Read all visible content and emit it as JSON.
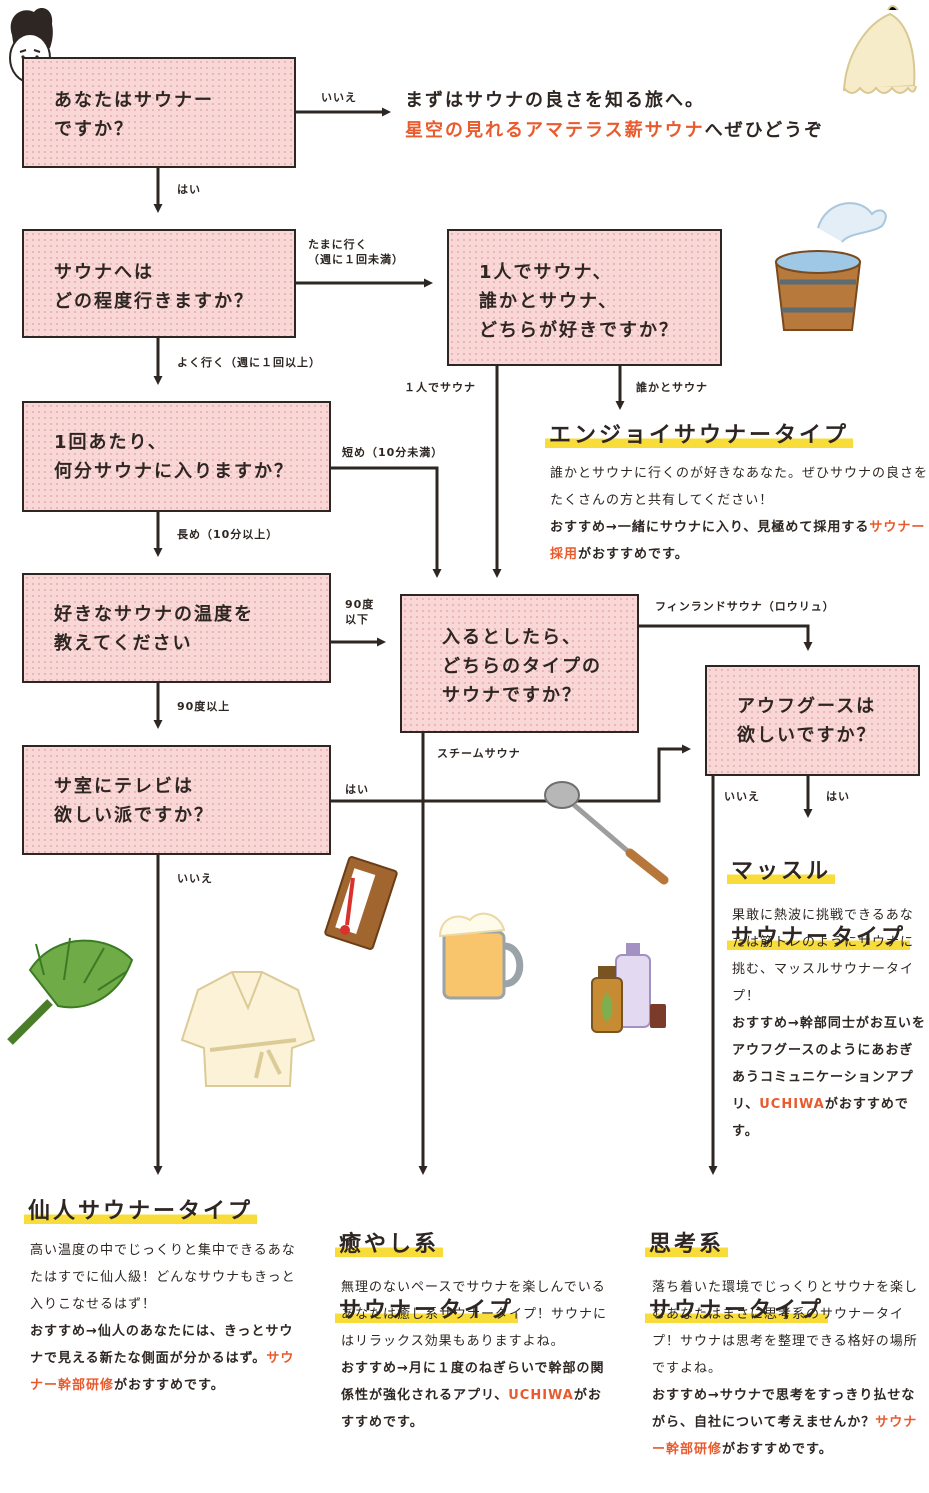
{
  "colors": {
    "box_fill": "#f9d7d7",
    "accent_red": "#e95a2d",
    "highlight": "#f7dc3a",
    "line": "#2e2622"
  },
  "questions": {
    "q1": "あなたはサウナー\nですか？",
    "q2": "サウナへは\nどの程度行きますか？",
    "q3": "1回あたり、\n何分サウナに入りますか？",
    "q4": "好きなサウナの温度を\n教えてください",
    "q5": "サ室にテレビは\n欲しい派ですか？",
    "q6": "1人でサウナ、\n誰かとサウナ、\nどちらが好きですか？",
    "q7": "入るとしたら、\nどちらのタイプの\nサウナですか？",
    "q8": "アウフグースは\n欲しいですか？"
  },
  "intro": {
    "line1": "まずはサウナの良さを知る旅へ。",
    "line2_red": "星空の見れるアマテラス薪サウナ",
    "line2_rest": "へぜひどうぞ"
  },
  "edges": {
    "q1_no": "いいえ",
    "q1_yes": "はい",
    "q2_sometimes": "たまに行く\n（週に１回未満）",
    "q2_often": "よく行く（週に１回以上）",
    "q3_short": "短め（10分未満）",
    "q3_long": "長め（10分以上）",
    "q4_below": "90度\n以下",
    "q4_above": "90度以上",
    "q5_yes": "はい",
    "q5_no": "いいえ",
    "q6_alone": "１人でサウナ",
    "q6_together": "誰かとサウナ",
    "q7_finnish": "フィンランドサウナ（ロウリュ）",
    "q7_steam": "スチームサウナ",
    "q8_no": "いいえ",
    "q8_yes": "はい"
  },
  "results": {
    "enjoy": {
      "title": "エンジョイサウナータイプ",
      "text": "誰かとサウナに行くのが好きなあなた。ぜひサウナの良さをたくさんの方と共有してください！",
      "rec_prefix": "おすすめ→一緒にサウナに入り、見極めて採用する",
      "rec_red": "サウナー採用",
      "rec_suffix": "がおすすめです。"
    },
    "muscle": {
      "title_line1": "マッスル",
      "title_line2": "サウナータイプ",
      "text": "果敢に熱波に挑戦できるあなたは筋トレのようにサウナに挑む、マッスルサウナータイプ！",
      "rec_prefix": "おすすめ→幹部同士がお互いをアウフグースのようにあおぎあうコミュニケーションアプリ、",
      "rec_red": "UCHIWA",
      "rec_suffix": "がおすすめです。"
    },
    "sennin": {
      "title": "仙人サウナータイプ",
      "text": "高い温度の中でじっくりと集中できるあなたはすでに仙人級！どんなサウナもきっと入りこなせるはず！",
      "rec_prefix": "おすすめ→仙人のあなたには、きっとサウナで見える新たな側面が分かるはず。",
      "rec_red": "サウナー幹部研修",
      "rec_suffix": "がおすすめです。"
    },
    "iyashi": {
      "title_line1": "癒やし系",
      "title_line2": "サウナータイプ",
      "text": "無理のないペースでサウナを楽しんでいるあなたは癒し系サウナータイプ！サウナにはリラックス効果もありますよね。",
      "rec_prefix": "おすすめ→月に１度のねぎらいで幹部の関係性が強化されるアプリ、",
      "rec_red": "UCHIWA",
      "rec_suffix": "がおすすめです。"
    },
    "shikou": {
      "title_line1": "思考系",
      "title_line2": "サウナータイプ",
      "text": "落ち着いた環境でじっくりとサウナを楽しむあなたはまさに思考系のサウナータイプ！サウナは思考を整理できる格好の場所ですよね。",
      "rec_prefix": "おすすめ→サウナで思考をすっきり払せながら、自社について考えませんか？",
      "rec_red": "サウナー幹部研修",
      "rec_suffix": "がおすすめです。"
    }
  },
  "icons": [
    "man-face-icon",
    "sauna-hat-icon",
    "water-bucket-icon",
    "ladle-icon",
    "thermometer-icon",
    "beer-mug-icon",
    "bottles-icon",
    "birch-whisk-icon",
    "bathrobe-icon"
  ]
}
